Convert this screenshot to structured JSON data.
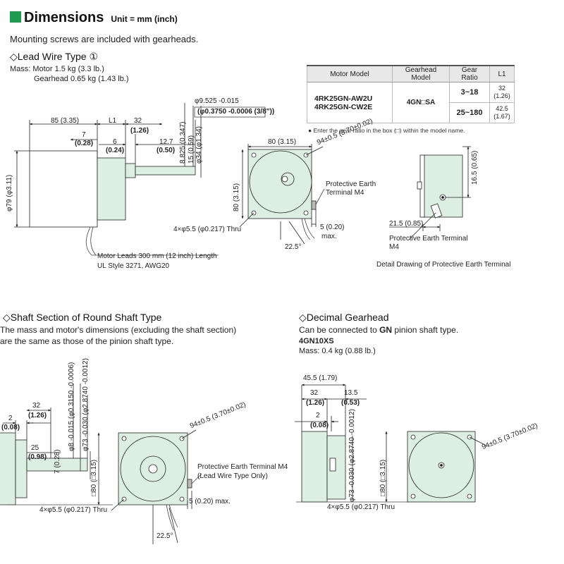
{
  "header": {
    "title": "Dimensions",
    "unit": "Unit = mm (inch)",
    "accent_color": "#1d9a50"
  },
  "intro": "Mounting screws are included with gearheads.",
  "lead": {
    "heading": "◇Lead Wire Type ①",
    "mass_motor": "Mass: Motor 1.5 kg (3.3 lb.)",
    "mass_gear": "Gearhead 0.65 kg (1.43 lb.)",
    "dims": {
      "d85": "85 (3.35)",
      "dL1": "L1",
      "d32": "32",
      "d32i": "(1.26)",
      "d7": "7",
      "d7i": "(0.28)",
      "d6": "6",
      "d6i": "(0.24)",
      "d127": "12.7",
      "d127i": "(0.50)",
      "d8825": "8.825 (0.347)",
      "d15": "15 (0.59)",
      "d34": "φ34 (φ1.34)",
      "dshaft1": "φ9.525 -0.015",
      "dshaft2": "(φ0.3750 -0.0006 (3/8\"))",
      "d79": "φ79 (φ3.11)",
      "d80": "80 (3.15)",
      "d80v": "80 (3.15)",
      "d94": "94±0.5 (3.70±0.02)",
      "holes": "4×φ5.5 (φ0.217) Thru",
      "pe1": "Protective Earth",
      "pe2": "Terminal M4",
      "d5": "5 (0.20)",
      "dmax": "max.",
      "d225": "22.5°",
      "leads1": "Motor Leads 300 mm (12 inch) Length",
      "leads2": "UL Style 3271, AWG20"
    }
  },
  "table": {
    "headers": [
      "Motor Model",
      "Gearhead Model",
      "Gear Ratio",
      "L1"
    ],
    "models": [
      "4RK25GN-AW2U",
      "4RK25GN-CW2E"
    ],
    "gearhead": "4GN□SA",
    "rows": [
      {
        "ratio": "3~18",
        "l1": "32",
        "l1i": "(1.26)"
      },
      {
        "ratio": "25~180",
        "l1": "42.5",
        "l1i": "(1.67)"
      }
    ],
    "note": "● Enter the gear ratio in the box (□) within the model name."
  },
  "detail": {
    "d165": "16.5 (0.65)",
    "d215": "21.5 (0.85)",
    "pe1": "Protective Earth Terminal",
    "pe2": "M4",
    "caption": "Detail Drawing of Protective Earth Terminal"
  },
  "shaft": {
    "heading": "◇Shaft Section of Round Shaft Type",
    "desc1": "The mass and motor's dimensions (excluding the shaft section)",
    "desc2": "are the same as those of the pinion shaft type.",
    "dims": {
      "d2": "2",
      "d2i": "(0.08)",
      "d32": "32",
      "d32i": "(1.26)",
      "d25": "25",
      "d25i": "(0.98)",
      "d7": "7 (0.28)",
      "d8": "φ8 -0.015 (φ0.3150 -0.0006)",
      "d73": "φ73 -0.030 (φ2.8740 -0.0012)",
      "d80": "□80 (□3.15)",
      "d94": "94±0.5 (3.70±0.02)",
      "pe1": "Protective Earth Terminal M4",
      "pe2": "(Lead Wire Type Only)",
      "d5": "5 (0.20) max.",
      "holes": "4×φ5.5 (φ0.217) Thru",
      "d225": "22.5°"
    }
  },
  "decimal": {
    "heading": "◇Decimal Gearhead",
    "desc_pre": "Can be connected to ",
    "desc_bold": "GN",
    "desc_post": " pinion shaft type.",
    "model": "4GN10XS",
    "mass": "Mass: 0.4 kg (0.88 lb.)",
    "dims": {
      "d455": "45.5 (1.79)",
      "d32": "32",
      "d32i": "(1.26)",
      "d135": "13.5",
      "d135i": "(0.53)",
      "d2": "2",
      "d2i": "(0.08)",
      "d73": "φ73 -0.030 (φ2.8740 -0.0012)",
      "d80": "□80 (□3.15)",
      "d94": "94±0.5 (3.70±0.02)",
      "holes": "4×φ5.5 (φ0.217) Thru"
    }
  }
}
